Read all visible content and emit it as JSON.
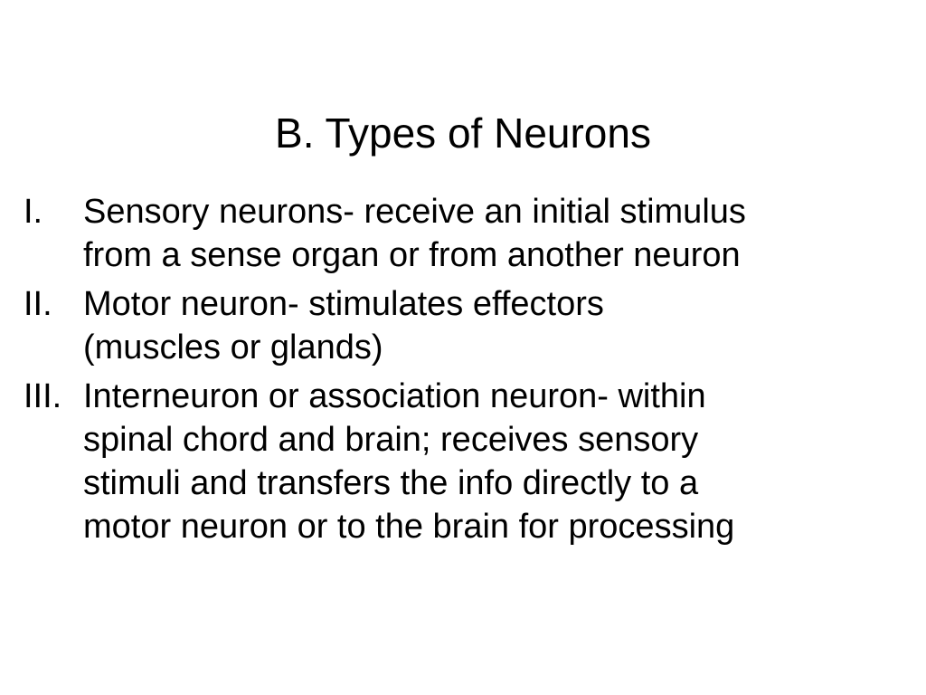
{
  "slide": {
    "title": "B. Types of Neurons",
    "items": [
      {
        "marker": "I.",
        "lines": [
          "Sensory neurons- receive an initial stimulus",
          "from a sense organ or from another neuron"
        ]
      },
      {
        "marker": "II.",
        "lines": [
          "Motor neuron- stimulates effectors",
          "(muscles or glands)"
        ]
      },
      {
        "marker": "III.",
        "lines": [
          "Interneuron or association neuron- within",
          "spinal chord and brain; receives sensory",
          "stimuli and transfers the info directly to a",
          "motor neuron or to the brain for processing"
        ]
      }
    ]
  }
}
